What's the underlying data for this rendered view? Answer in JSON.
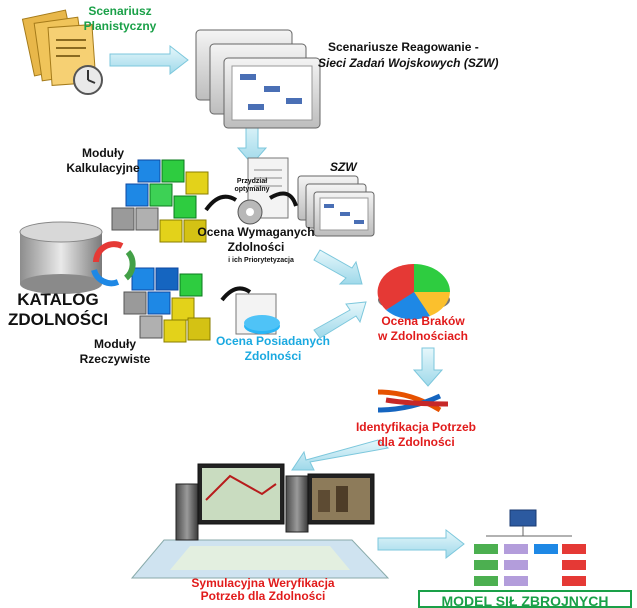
{
  "labels": {
    "scenariusz_planistyczny": [
      "Scenariusz",
      "Planistyczny"
    ],
    "scenariusze_reagowania": "Scenariusze Reagowanie -",
    "sieci_zadan": "Sieci Zadań Wojskowych (SZW)",
    "szw": "SZW",
    "moduly_kalkulacyjne": [
      "Moduły",
      "Kalkulacyjne"
    ],
    "przydzial": [
      "Przydział",
      "optymalny"
    ],
    "ocena_wymaganych": [
      "Ocena Wymaganych",
      "Zdolności"
    ],
    "priorytetyzacja": "i ich Priorytetyzacja",
    "katalog": [
      "KATALOG",
      "ZDOLNOŚCI"
    ],
    "moduly_rzeczywiste": [
      "Moduły",
      "Rzeczywiste"
    ],
    "ocena_posiadanych": [
      "Ocena Posiadanych",
      "Zdolności"
    ],
    "ocena_brakow": [
      "Ocena Braków",
      "w Zdolnościach"
    ],
    "identyfikacja": [
      "Identyfikacja Potrzeb",
      "dla Zdolności"
    ],
    "symulacyjna": [
      "Symulacyjna Weryfikacja",
      "Potrzeb dla Zdolności"
    ],
    "model": "MODEL SIŁ ZBROJNYCH"
  },
  "colors": {
    "green": "#1aa048",
    "red": "#e11b1b",
    "cyan": "#1aa9e0",
    "arrow": "#bfe8f2"
  }
}
